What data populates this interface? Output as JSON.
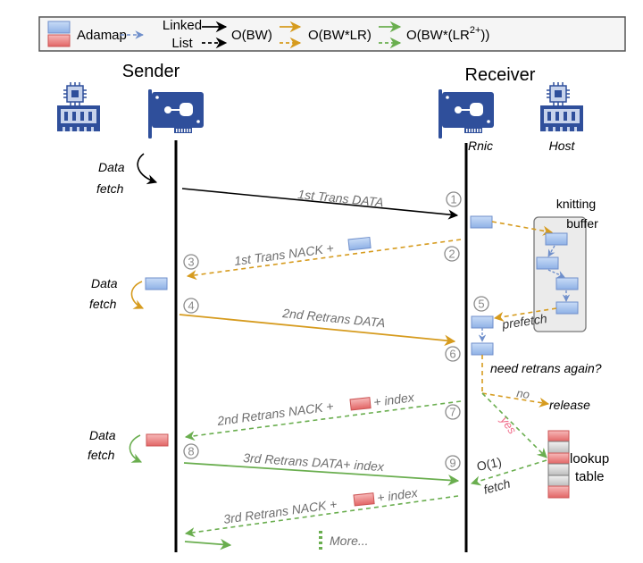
{
  "legend": {
    "adamap": "Adamap",
    "linked_list_line1": "Linked",
    "linked_list_line2": "List",
    "o_bw": "O(BW)",
    "o_bw_lr": "O(BW*LR)",
    "o_bw_lr2_prefix": "O(BW*(LR",
    "o_bw_lr2_sup": "2+",
    "o_bw_lr2_suffix": "))"
  },
  "colors": {
    "black": "#000000",
    "orange": "#D69B1E",
    "green": "#6AAE4F",
    "blue_link": "#6F8FCB",
    "blue_block": "#9DBDEB",
    "red_block": "#E56B6B",
    "gray_text": "#6E6E6E",
    "icon_blue": "#2F4F9B",
    "yes_pink": "#F06C8A"
  },
  "actors": {
    "sender": "Sender",
    "receiver": "Receiver",
    "rnic": "Rnic",
    "host": "Host"
  },
  "steps": {
    "s1": "1",
    "s2": "2",
    "s3": "3",
    "s4": "4",
    "s5": "5",
    "s6": "6",
    "s7": "7",
    "s8": "8",
    "s9": "9"
  },
  "messages": {
    "m1": "1st Trans DATA",
    "m2": "1st Trans NACK +",
    "m3": "2nd Retrans DATA",
    "m4_a": "2nd Retrans NACK +",
    "m4_b": "+ index",
    "m5": "3rd Retrans DATA+ index",
    "m6_a": "3rd Retrans NACK +",
    "m6_b": "+ index"
  },
  "annotations": {
    "data": "Data",
    "fetch": "fetch",
    "knitting": "knitting",
    "buffer": "buffer",
    "prefetch": "prefetch",
    "need_retrans": "need retrans again?",
    "no": "no",
    "yes": "yes",
    "release": "release",
    "lookup": "lookup",
    "table": "table",
    "o1": "O(1)",
    "o1_fetch": "fetch",
    "more": "More..."
  }
}
